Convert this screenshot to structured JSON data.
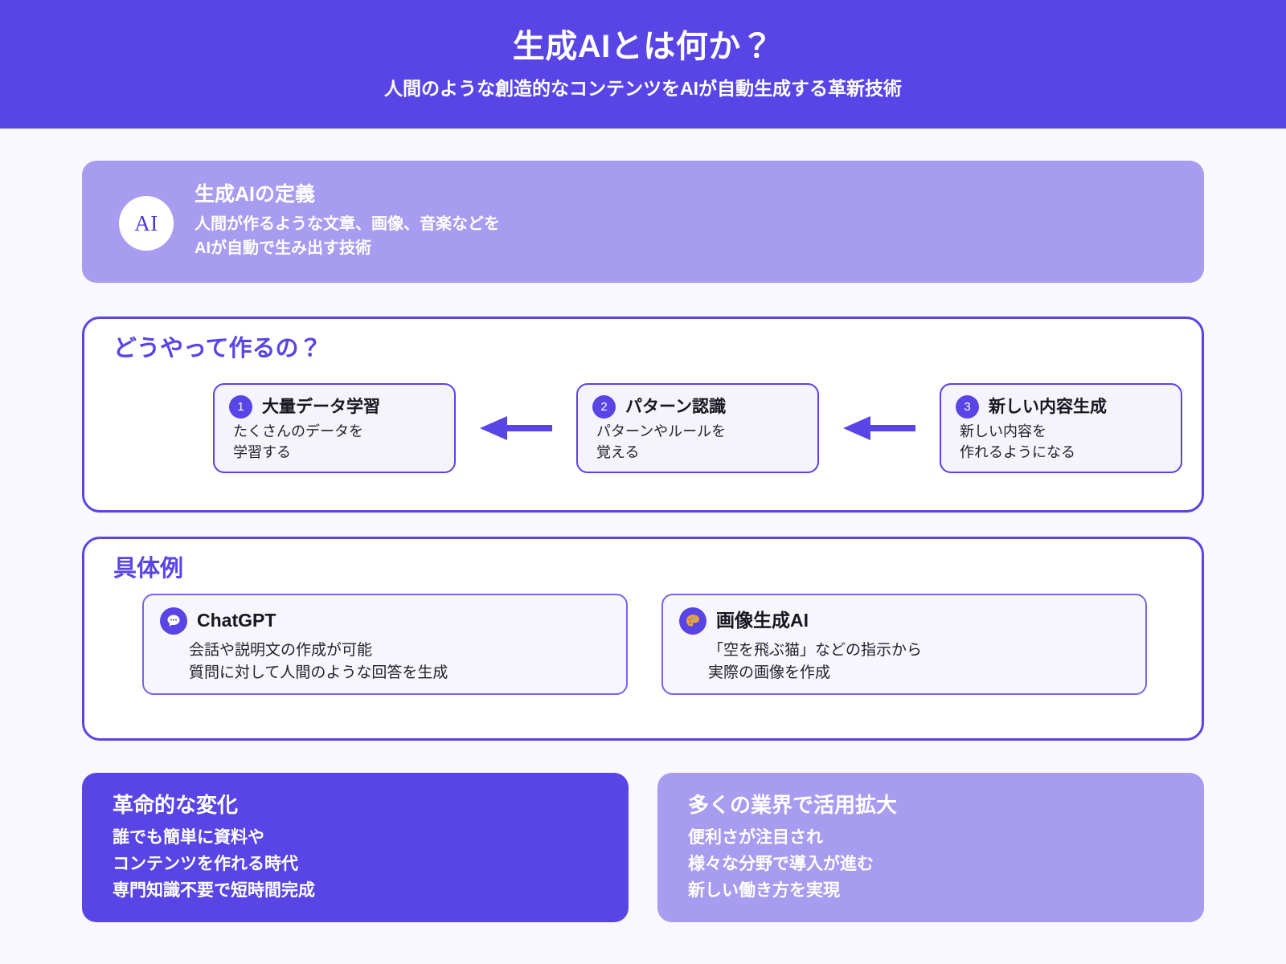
{
  "header": {
    "title": "生成AIとは何か？",
    "subtitle": "人間のような創造的なコンテンツをAIが自動生成する革新技術",
    "bg_color": "#5944e6"
  },
  "definition": {
    "badge_text": "AI",
    "badge_icon": "ai-circle-icon",
    "title": "生成AIの定義",
    "lines": [
      "人間が作るような文章、画像、音楽などを",
      "AIが自動で生み出す技術"
    ],
    "bg_color": "#a79cf0"
  },
  "process": {
    "heading": "どうやって作るの？",
    "arrow_icon": "arrow-left-icon",
    "arrow_color": "#5944e6",
    "steps": [
      {
        "number": "1",
        "title": "大量データ学習",
        "lines": [
          "たくさんのデータを",
          "学習する"
        ]
      },
      {
        "number": "2",
        "title": "パターン認識",
        "lines": [
          "パターンやルールを",
          "覚える"
        ]
      },
      {
        "number": "3",
        "title": "新しい内容生成",
        "lines": [
          "新しい内容を",
          "作れるようになる"
        ]
      }
    ]
  },
  "examples": {
    "heading": "具体例",
    "items": [
      {
        "icon": "speech-bubble-icon",
        "glyph": "💬",
        "title": "ChatGPT",
        "lines": [
          "会話や説明文の作成が可能",
          "質問に対して人間のような回答を生成"
        ]
      },
      {
        "icon": "palette-icon",
        "glyph": "🎨",
        "title": "画像生成AI",
        "lines": [
          "「空を飛ぶ猫」などの指示から",
          "実際の画像を作成"
        ]
      }
    ]
  },
  "impact": {
    "cards": [
      {
        "title": "革命的な変化",
        "lines": [
          "誰でも簡単に資料や",
          "コンテンツを作れる時代",
          "専門知識不要で短時間完成"
        ],
        "bg_color": "#5944e6"
      },
      {
        "title": "多くの業界で活用拡大",
        "lines": [
          "便利さが注目され",
          "様々な分野で導入が進む",
          "新しい働き方を実現"
        ],
        "bg_color": "#a79cf0"
      }
    ]
  }
}
